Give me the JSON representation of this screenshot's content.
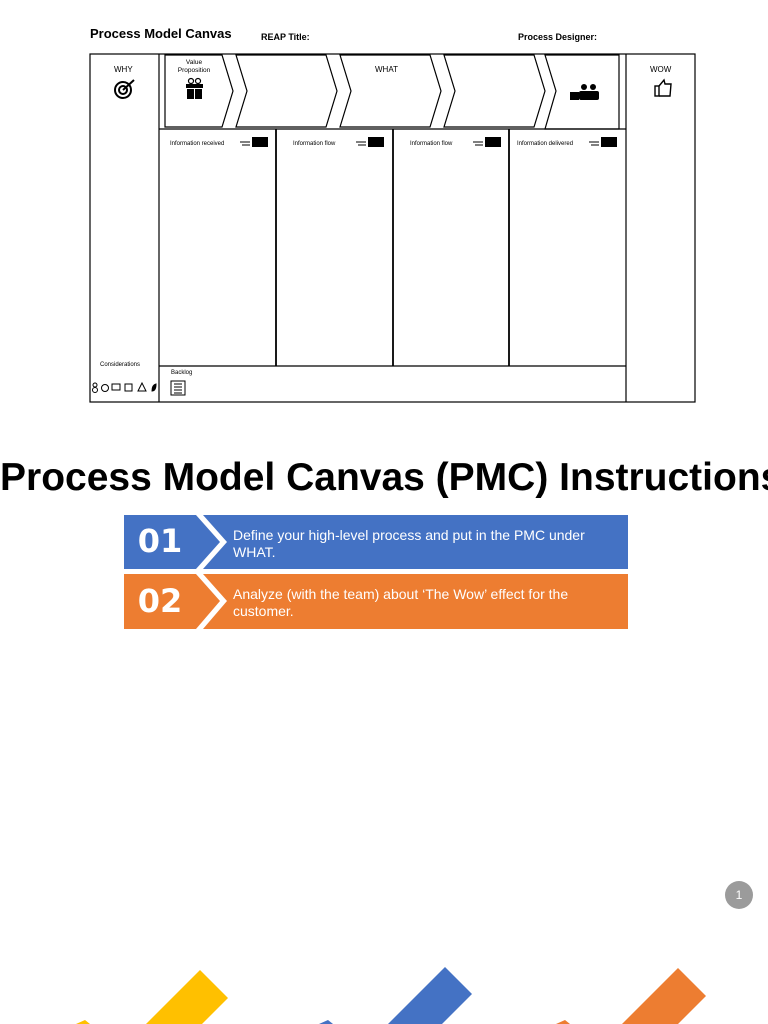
{
  "header": {
    "title": "Process Model Canvas",
    "reap_title_label": "REAP Title:",
    "designer_label": "Process Designer:"
  },
  "canvas": {
    "why_label": "WHY",
    "wow_label": "WOW",
    "what_label": "WHAT",
    "value_proposition_label": "Value Proposition",
    "columns": [
      {
        "label": "Information received"
      },
      {
        "label": "Information flow"
      },
      {
        "label": "Information flow"
      },
      {
        "label": "Information delivered"
      }
    ],
    "considerations_label": "Considerations",
    "backlog_label": "Backlog"
  },
  "main_title": "Process Model Canvas (PMC) Instructions",
  "steps": [
    {
      "number": "01",
      "text": "Define your high-level process and put in the PMC under WHAT.",
      "color": "#4472c4"
    },
    {
      "number": "02",
      "text": "Analyze (with the team) about ‘The Wow’ effect for the customer.",
      "color": "#ed7d31"
    }
  ],
  "page_number": "1",
  "colors": {
    "blue": "#4472c4",
    "orange": "#ed7d31",
    "yellow": "#ffc000",
    "badge_gray": "#9b9b9b"
  }
}
